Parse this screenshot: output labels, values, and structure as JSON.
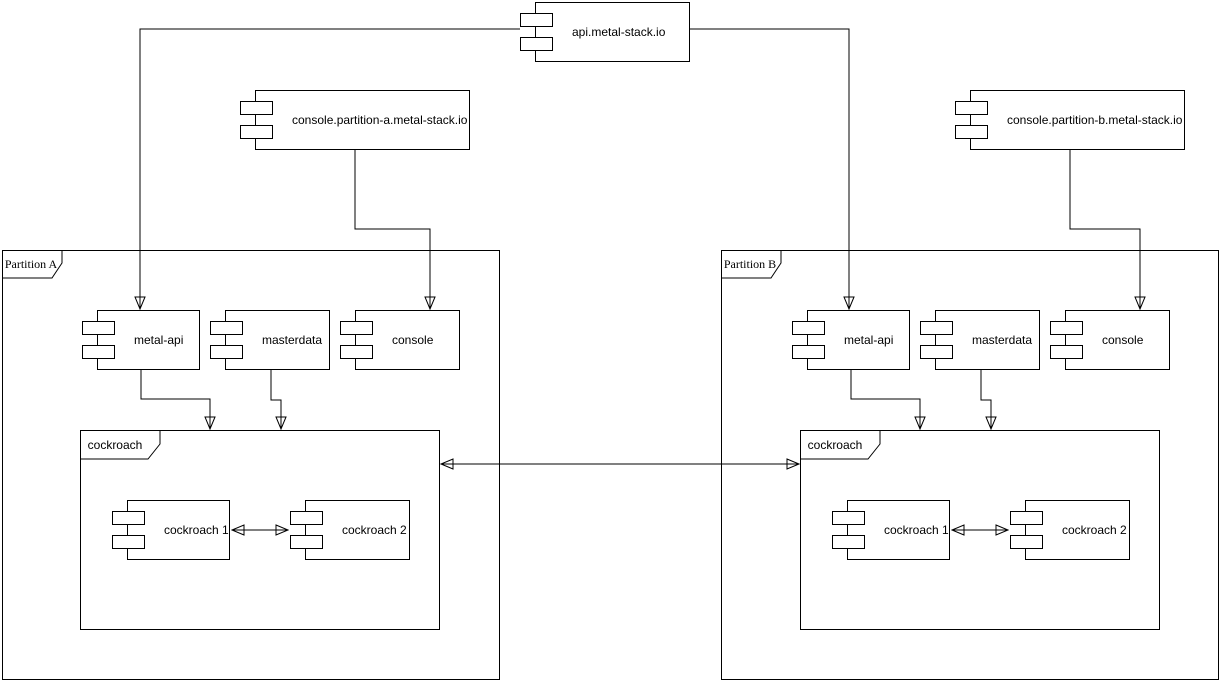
{
  "api": {
    "label": "api.metal-stack.io"
  },
  "console_a": {
    "label": "console.partition-a.metal-stack.io"
  },
  "console_b": {
    "label": "console.partition-b.metal-stack.io"
  },
  "partition_a": {
    "label": "Partition A",
    "metal_api": "metal-api",
    "masterdata": "masterdata",
    "console": "console",
    "cockroach": {
      "label": "cockroach",
      "node1": "cockroach 1",
      "node2": "cockroach 2"
    }
  },
  "partition_b": {
    "label": "Partition B",
    "metal_api": "metal-api",
    "masterdata": "masterdata",
    "console": "console",
    "cockroach": {
      "label": "cockroach",
      "node1": "cockroach 1",
      "node2": "cockroach 2"
    }
  },
  "colors": {
    "stroke": "#000000",
    "fill": "#ffffff",
    "text": "#000000"
  }
}
